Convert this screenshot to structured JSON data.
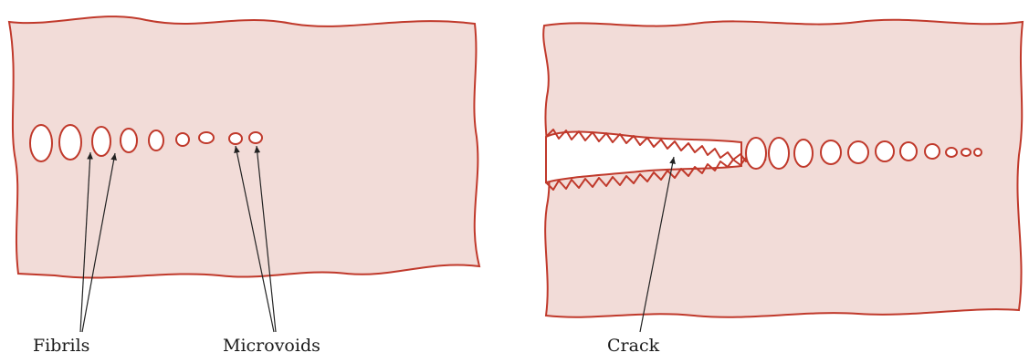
{
  "labels": {
    "fibrils": "Fibrils",
    "microvoids": "Microvoids",
    "crack": "Crack"
  },
  "colors": {
    "specimen_fill": "#f2dcd8",
    "specimen_outline": "#c0392b",
    "void_fill": "#ffffff",
    "leader": "#222222"
  }
}
